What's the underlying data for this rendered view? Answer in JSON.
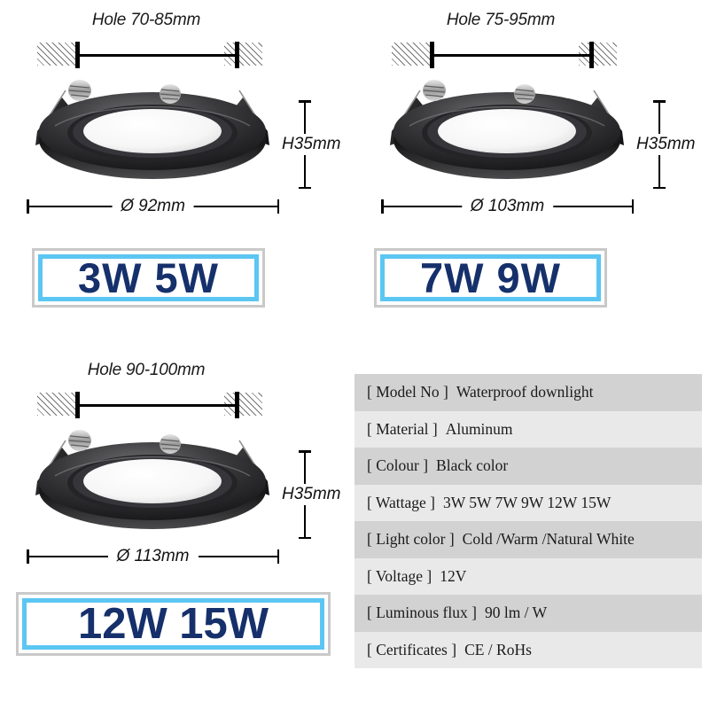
{
  "page": {
    "background": "#ffffff",
    "accent_blue": "#5cc6f2",
    "text_navy": "#15306b",
    "row_dark": "#d2d2d2",
    "row_light": "#e9e9e9"
  },
  "panels": [
    {
      "id": "panel-3w-5w",
      "hole_label": "Hole 70-85mm",
      "diameter_label": "Ø 92mm",
      "height_label": "H35mm",
      "badge_text": "3W 5W"
    },
    {
      "id": "panel-7w-9w",
      "hole_label": "Hole 75-95mm",
      "diameter_label": "Ø 103mm",
      "height_label": "H35mm",
      "badge_text": "7W 9W"
    },
    {
      "id": "panel-12w-15w",
      "hole_label": "Hole 90-100mm",
      "diameter_label": "Ø 113mm",
      "height_label": "H35mm",
      "badge_text": "12W 15W"
    }
  ],
  "spec_table": {
    "rows": [
      {
        "key": "[ Model No ]",
        "value": "Waterproof downlight"
      },
      {
        "key": "[  Material  ]",
        "value": "Aluminum"
      },
      {
        "key": "[   Colour   ]",
        "value": "Black color"
      },
      {
        "key": "[  Wattage  ]",
        "value": "3W 5W 7W 9W 12W 15W"
      },
      {
        "key": "[ Light color ]",
        "value": "Cold /Warm /Natural White"
      },
      {
        "key": "[ Voltage ]",
        "value": "12V"
      },
      {
        "key": "[ Luminous flux ]",
        "value": "90 lm / W"
      },
      {
        "key": "[ Certificates ]",
        "value": "CE / RoHs"
      }
    ]
  }
}
